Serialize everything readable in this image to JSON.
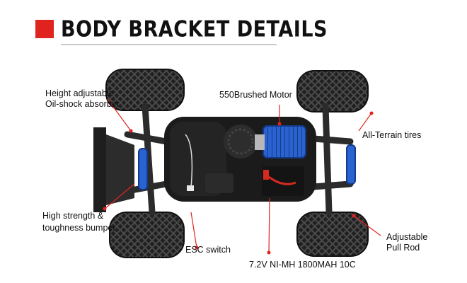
{
  "header": {
    "title": "BODY BRACKET DETAILS"
  },
  "callouts": {
    "shock": [
      "Height adjustable",
      "Oil-shock absorber"
    ],
    "motor": "550Brushed Motor",
    "tires": "All-Terrain tires",
    "bumper": [
      "High strength &",
      "toughness bumper"
    ],
    "esc": "ESC switch",
    "battery": "7.2V NI-MH 1800MAH 10C",
    "pullrod": [
      "Adjustable",
      "Pull Rod"
    ]
  },
  "colors": {
    "accent": "#e0231f",
    "motor": "#2a62d0",
    "chassis": "#1b1b1b"
  }
}
